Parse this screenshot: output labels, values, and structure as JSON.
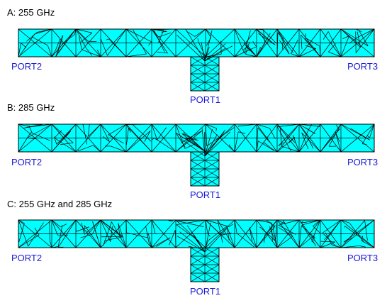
{
  "panels": [
    {
      "title": "A: 255 GHz",
      "ports": {
        "left": "PORT2",
        "bottom": "PORT1",
        "right": "PORT3"
      }
    },
    {
      "title": "B: 285 GHz",
      "ports": {
        "left": "PORT2",
        "bottom": "PORT1",
        "right": "PORT3"
      }
    },
    {
      "title": "C: 255 GHz and 285 GHz",
      "ports": {
        "left": "PORT2",
        "bottom": "PORT1",
        "right": "PORT3"
      }
    }
  ],
  "colors": {
    "fill": "#00ffff",
    "line": "#000000",
    "port_label": "#1a1ad8"
  }
}
